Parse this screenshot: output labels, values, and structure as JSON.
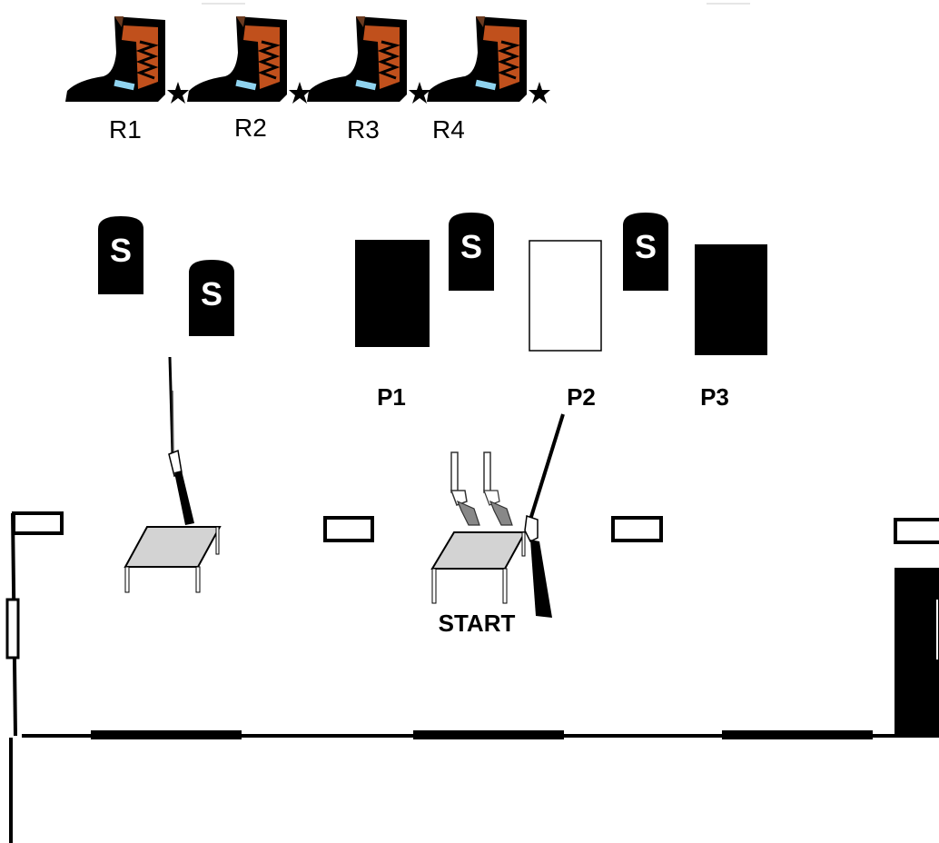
{
  "rifle_targets": [
    {
      "label": "R1"
    },
    {
      "label": "R2"
    },
    {
      "label": "R3"
    },
    {
      "label": "R4"
    }
  ],
  "shotgun_targets": [
    {
      "label": "S"
    },
    {
      "label": "S"
    },
    {
      "label": "S"
    },
    {
      "label": "S"
    }
  ],
  "pistol_targets": [
    {
      "label": "P1"
    },
    {
      "label": "P2"
    },
    {
      "label": "P3"
    }
  ],
  "start_label": "START",
  "colors": {
    "boot_black": "#000000",
    "boot_brown": "#6b3a1f",
    "boot_orange": "#c0501c",
    "boot_band": "#8fd3ef",
    "table_top": "#d3d3d3",
    "line": "#000000"
  },
  "icons": [
    "boot-icon",
    "rifle-icon",
    "shotgun-icon",
    "revolver-icon",
    "table-icon",
    "tombstone-target-icon",
    "flag-icon"
  ]
}
